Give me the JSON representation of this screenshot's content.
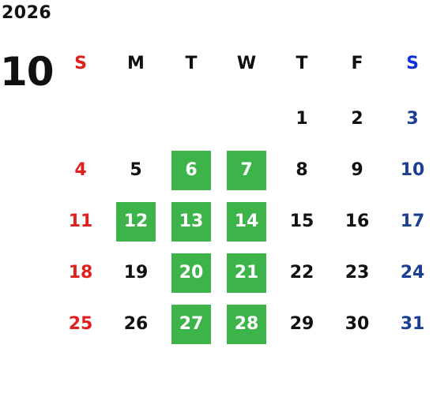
{
  "calendar": {
    "year": "2026",
    "month": "10",
    "weekdays": [
      "S",
      "M",
      "T",
      "W",
      "T",
      "F",
      "S"
    ],
    "weeks": [
      [
        "",
        "",
        "",
        "",
        "1",
        "2",
        "3"
      ],
      [
        "4",
        "5",
        "6",
        "7",
        "8",
        "9",
        "10"
      ],
      [
        "11",
        "12",
        "13",
        "14",
        "15",
        "16",
        "17"
      ],
      [
        "18",
        "19",
        "20",
        "21",
        "22",
        "23",
        "24"
      ],
      [
        "25",
        "26",
        "27",
        "28",
        "29",
        "30",
        "31"
      ]
    ],
    "highlighted_days": [
      "6",
      "7",
      "12",
      "13",
      "14",
      "20",
      "21",
      "27",
      "28"
    ],
    "colors": {
      "sunday": "#e0201e",
      "saturday_header": "#1030d8",
      "saturday": "#1c3f94",
      "weekday": "#111111",
      "highlight_bg": "#3cb44a",
      "highlight_text": "#ffffff"
    }
  }
}
